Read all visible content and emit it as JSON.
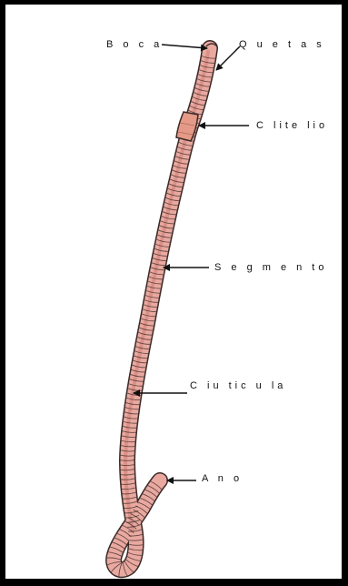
{
  "labels": {
    "boca": "B o c a",
    "quetas": "Q u e t a s",
    "clitelio": "C  lite lio",
    "segmento": "S e g m e n to",
    "cuticula": "C iu tic u la",
    "ano": "A n o"
  },
  "colors": {
    "frame_border": "#000000",
    "background": "#ffffff",
    "body_fill": "#e9a9a0",
    "body_shade": "#cf7d72",
    "segment_line": "#3b2a28",
    "clitellum_fill": "#e59a88",
    "arrow": "#111111"
  }
}
